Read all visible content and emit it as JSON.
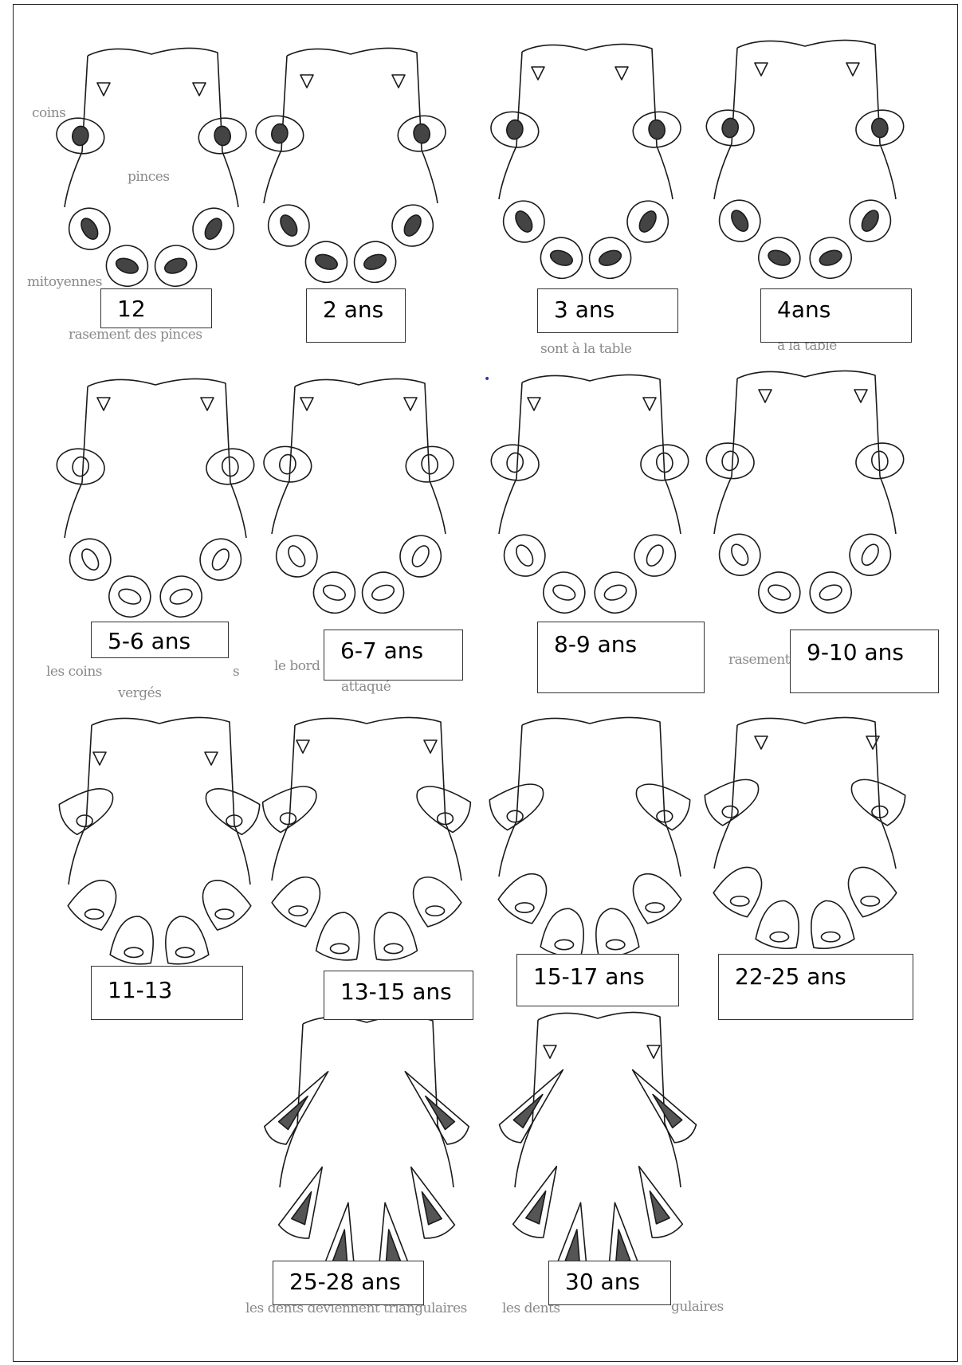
{
  "labels": [
    {
      "text": "12"
    },
    {
      "text": "2 ans"
    },
    {
      "text": "3 ans"
    },
    {
      "text": "4ans"
    },
    {
      "text": "5-6 ans"
    },
    {
      "text": "6-7 ans"
    },
    {
      "text": "8-9 ans"
    },
    {
      "text": "9-10  ans"
    },
    {
      "text": "11-13"
    },
    {
      "text": "13-15 ans"
    },
    {
      "text": "15-17 ans"
    },
    {
      "text": "22-25 ans"
    },
    {
      "text": "25-28 ans"
    },
    {
      "text": "30 ans"
    }
  ],
  "anatomy": {
    "coins": "coins",
    "pinces": "pinces",
    "mitoyennes": "mitoyennes"
  },
  "faint_captions": {
    "c1": "rasement des pinces",
    "c3": "sont à la table",
    "c4": "à la table",
    "c5a": "les coins",
    "c5b": "s",
    "c5c": "vergés",
    "c6a": "le bord",
    "c6b": "attaqué",
    "c8": "rasement",
    "c13": "les dents deviennent triangulaires",
    "c14": "les dents",
    "c14b": "gulaires"
  },
  "colors": {
    "ink": "#1a1a1a",
    "box_border": "#333333",
    "faint": "#8a8a8a",
    "dot": "#2a3aa0"
  }
}
